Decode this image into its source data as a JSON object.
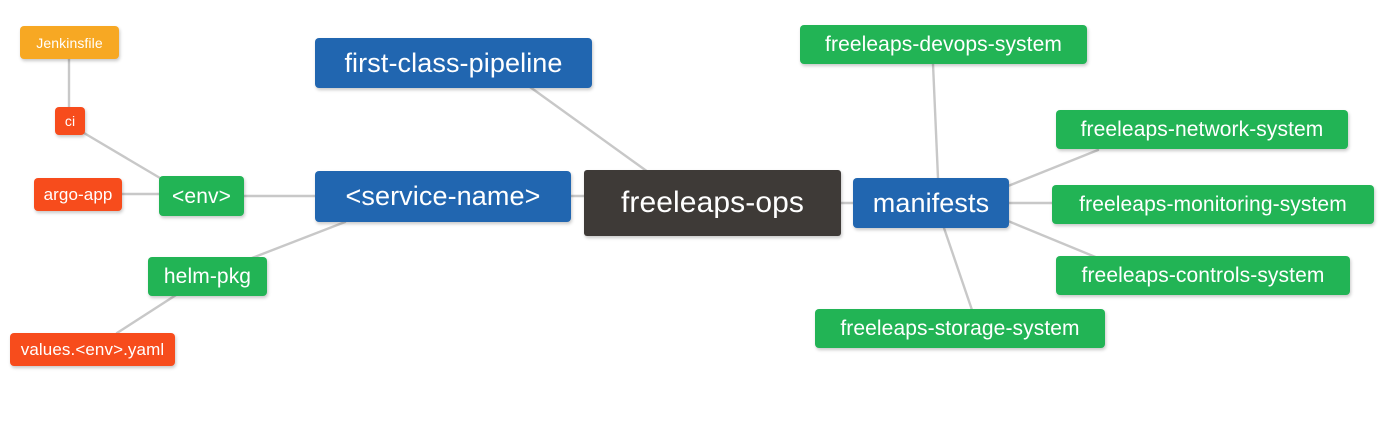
{
  "diagram": {
    "type": "mind-map",
    "title": "freeleaps-ops",
    "background": "#ffffff",
    "palette": {
      "root": "#3e3a37",
      "blue": "#2166b0",
      "green": "#22b455",
      "orange": "#f7a823",
      "red": "#f74c1c",
      "edge": "#c8c8c8",
      "text": "#ffffff"
    }
  },
  "nodes": {
    "root": {
      "label": "freeleaps-ops"
    },
    "first_class_pipeline": {
      "label": "first-class-pipeline"
    },
    "service_name": {
      "label": "<service-name>"
    },
    "manifests": {
      "label": "manifests"
    },
    "env": {
      "label": "<env>"
    },
    "ci": {
      "label": "ci"
    },
    "jenkinsfile": {
      "label": "Jenkinsfile"
    },
    "argo_app": {
      "label": "argo-app"
    },
    "helm_pkg": {
      "label": "helm-pkg"
    },
    "values_yaml": {
      "label": "values.<env>.yaml"
    },
    "devops_system": {
      "label": "freeleaps-devops-system"
    },
    "network_system": {
      "label": "freeleaps-network-system"
    },
    "monitoring_system": {
      "label": "freeleaps-monitoring-system"
    },
    "controls_system": {
      "label": "freeleaps-controls-system"
    },
    "storage_system": {
      "label": "freeleaps-storage-system"
    }
  },
  "edges": [
    {
      "from": "first_class_pipeline",
      "to": "root"
    },
    {
      "from": "service_name",
      "to": "root"
    },
    {
      "from": "root",
      "to": "manifests"
    },
    {
      "from": "env",
      "to": "service_name"
    },
    {
      "from": "helm_pkg",
      "to": "service_name"
    },
    {
      "from": "ci",
      "to": "env"
    },
    {
      "from": "jenkinsfile",
      "to": "ci"
    },
    {
      "from": "argo_app",
      "to": "env"
    },
    {
      "from": "values_yaml",
      "to": "helm_pkg"
    },
    {
      "from": "manifests",
      "to": "devops_system"
    },
    {
      "from": "manifests",
      "to": "network_system"
    },
    {
      "from": "manifests",
      "to": "monitoring_system"
    },
    {
      "from": "manifests",
      "to": "controls_system"
    },
    {
      "from": "manifests",
      "to": "storage_system"
    }
  ]
}
